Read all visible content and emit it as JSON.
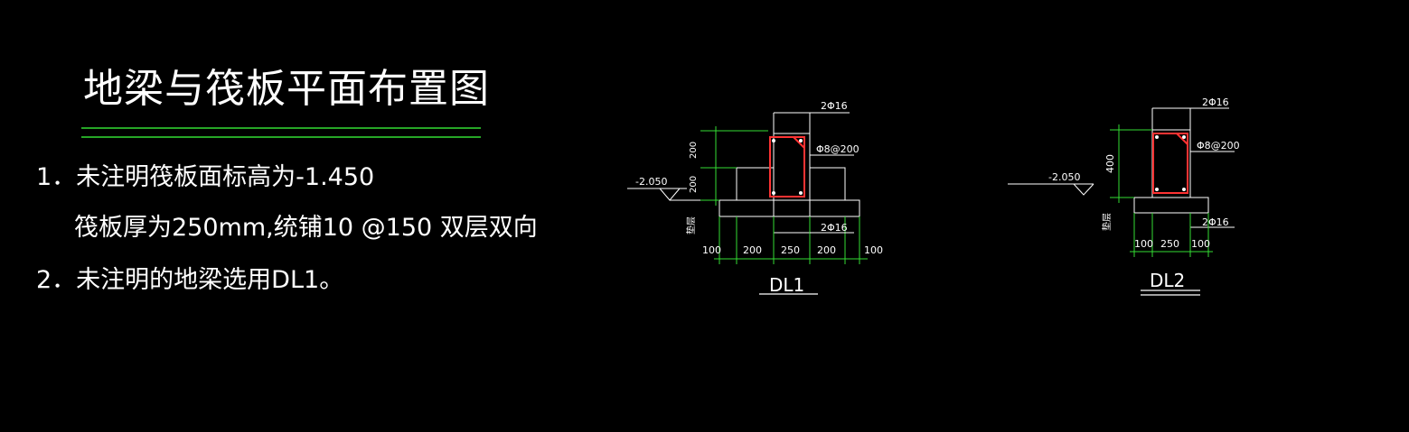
{
  "title": "地梁与筏板平面布置图",
  "notes": {
    "line1": "1．未注明筏板面标高为-1.450",
    "line1b": "筏板厚为250mm,统铺10 @150 双层双向",
    "line2": "2．未注明的地梁选用DL1。"
  },
  "colors": {
    "background": "#000000",
    "line": "#ffffff",
    "dimension": "#33dd33",
    "rebar": "#ff3333"
  },
  "dl1": {
    "label": "DL1",
    "elevation": "-2.050",
    "top_rebar": "2Φ16",
    "stirrup": "Φ8@200",
    "bottom_rebar": "2Φ16",
    "dim_v1": "200",
    "dim_v2": "200",
    "side_label": "垫层",
    "dims_h": [
      "100",
      "200",
      "250",
      "200",
      "100"
    ]
  },
  "dl2": {
    "label": "DL2",
    "elevation": "-2.050",
    "top_rebar": "2Φ16",
    "stirrup": "Φ8@200",
    "bottom_rebar": "2Φ16",
    "dim_v": "400",
    "side_label": "垫层",
    "dims_h": [
      "100",
      "250",
      "100"
    ]
  }
}
